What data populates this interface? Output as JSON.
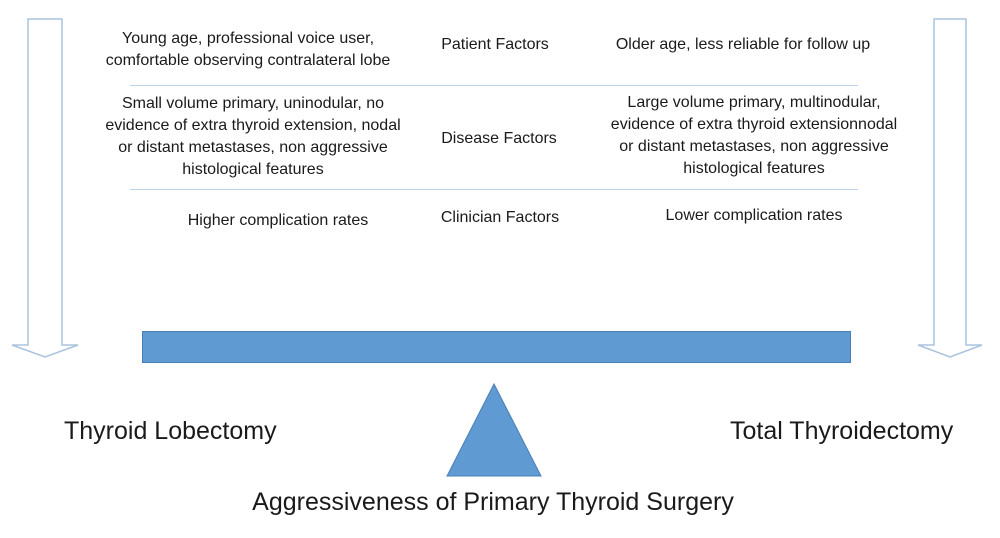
{
  "colors": {
    "beam": "#609ad2",
    "beam_border": "#4a7fb5",
    "fulcrum": "#609ad2",
    "arrow_outline": "#aac3dd",
    "divider": "#bfd3e6"
  },
  "rows": {
    "patient": {
      "left": "Young age, professional voice user,\ncomfortable observing contralateral lobe",
      "center": "Patient Factors",
      "right": "Older age, less reliable for follow up"
    },
    "disease": {
      "left": "Small volume primary, uninodular, no\nevidence of extra thyroid extension, nodal\nor distant metastases, non aggressive\nhistological features",
      "center": "Disease Factors",
      "right": "Large volume primary, multinodular,\nevidence of extra thyroid extensionnodal\nor distant metastases, non aggressive\nhistological features"
    },
    "clinician": {
      "left": "Higher complication rates",
      "center": "Clinician Factors",
      "right": "Lower complication rates"
    }
  },
  "outcomes": {
    "left": "Thyroid Lobectomy",
    "right": "Total Thyroidectomy"
  },
  "scale_label": "Aggressiveness of Primary Thyroid Surgery"
}
